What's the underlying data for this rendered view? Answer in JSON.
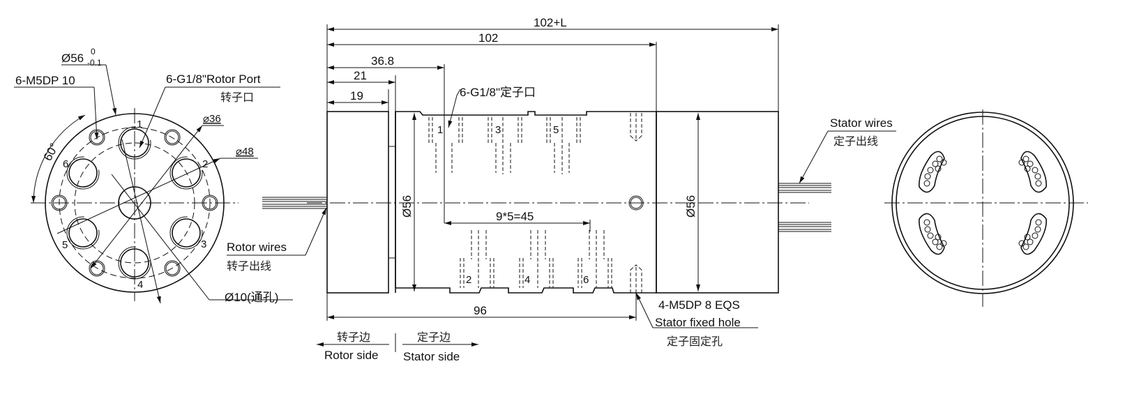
{
  "drawing": {
    "title": "Rotary union engineering drawing",
    "front_view": {
      "outer_diameter": "Ø56",
      "outer_tol_upper": "0",
      "outer_tol_lower": "-0.1",
      "mount_holes": "6-M5DP 10",
      "rotor_port_en": "6-G1/8\"Rotor Port",
      "rotor_port_cn": "转子口",
      "pcd_inner": "⌀36",
      "pcd_outer": "⌀48",
      "angle": "60°",
      "bore": "Ø10(通孔)",
      "port_numbers": [
        "1",
        "2",
        "3",
        "4",
        "5",
        "6"
      ]
    },
    "side_view": {
      "dim_total": "102+L",
      "dim_body": "102",
      "dim_368": "36.8",
      "dim_21": "21",
      "dim_19": "19",
      "stator_port": "6-G1/8\"定子口",
      "dia_left": "Ø56",
      "dia_right": "Ø56",
      "pitch": "9*5=45",
      "dim_96": "96",
      "port_numbers_top": [
        "1",
        "3",
        "5"
      ],
      "port_numbers_bottom": [
        "2",
        "4",
        "6"
      ],
      "rotor_wires_en": "Rotor wires",
      "rotor_wires_cn": "转子出线",
      "stator_wires_en": "Stator wires",
      "stator_wires_cn": "定子出线",
      "fixed_hole_spec": "4-M5DP 8 EQS",
      "fixed_hole_en": "Stator fixed hole",
      "fixed_hole_cn": "定子固定孔",
      "rotor_side_cn": "转子边",
      "rotor_side_en": "Rotor side",
      "stator_side_cn": "定子边",
      "stator_side_en": "Stator side"
    }
  }
}
